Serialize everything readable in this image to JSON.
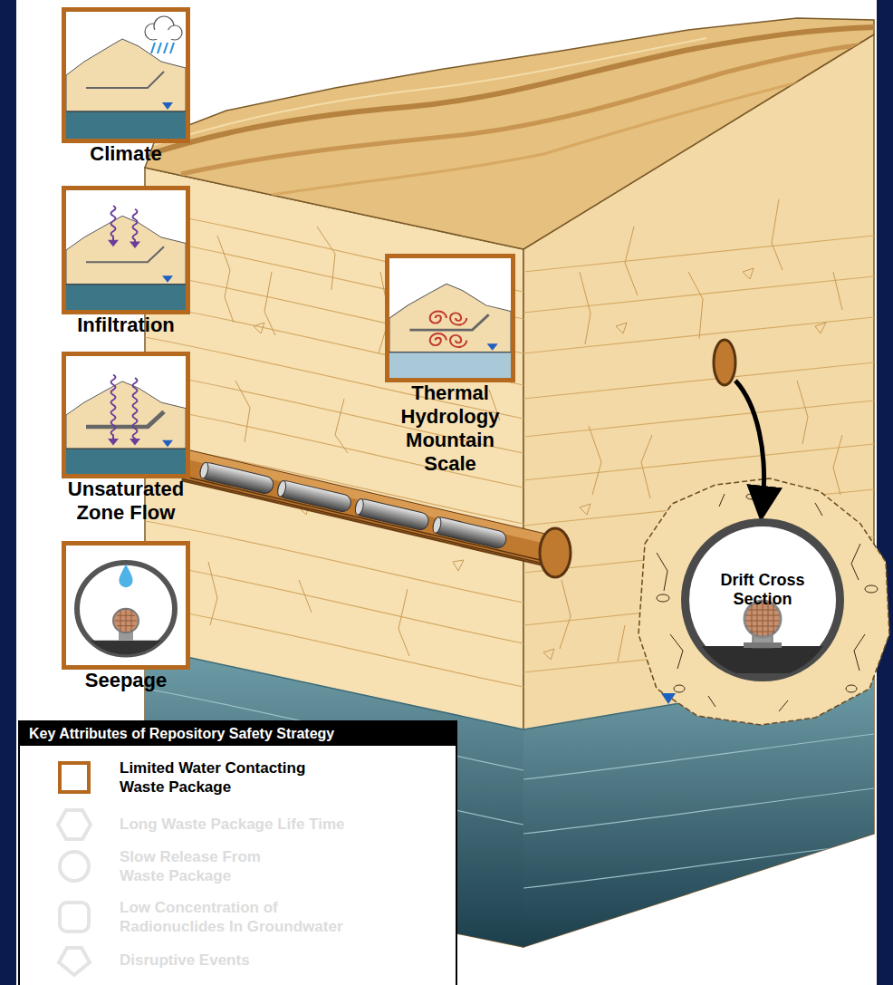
{
  "diagram": {
    "nodes": [
      {
        "text": [
          "Climate"
        ]
      },
      {
        "text": [
          "Infiltration"
        ]
      },
      {
        "text": [
          "Unsaturated Zone Flow"
        ]
      },
      {
        "text": [
          "Seepage"
        ]
      },
      {
        "text": [
          "Thermal Hydrology Mountain Scale"
        ]
      },
      {
        "text": [
          "Drift Cross Section"
        ]
      }
    ],
    "labels": [
      "Key Attributes of Repository Safety Strategy"
    ],
    "legend": [
      {
        "text": "Limited Water Contacting Waste Package"
      },
      {
        "text": "Long Waste Package Life Time"
      },
      {
        "text": "Slow Release From Waste Package"
      },
      {
        "text": "Low Concentration of Radionuclides In Groundwater"
      },
      {
        "text": "Disruptive Events"
      }
    ]
  }
}
